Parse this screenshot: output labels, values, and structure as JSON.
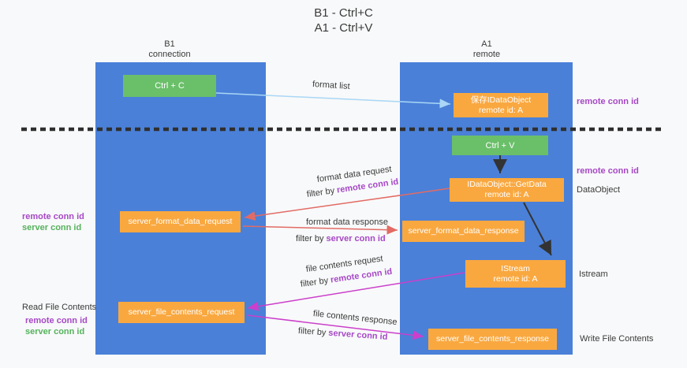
{
  "title": {
    "line1": "B1 - Ctrl+C",
    "line2": "A1 - Ctrl+V"
  },
  "lanes": {
    "left": {
      "name": "B1",
      "role": "connection"
    },
    "right": {
      "name": "A1",
      "role": "remote"
    }
  },
  "boxes": {
    "ctrl_c": {
      "label": "Ctrl + C"
    },
    "ctrl_v": {
      "label": "Ctrl + V"
    },
    "save_dataobject": {
      "line1": "保存IDataObject",
      "line2": "remote id: A"
    },
    "getdata": {
      "line1": "IDataObject::GetData",
      "line2": "remote id: A"
    },
    "istream": {
      "line1": "IStream",
      "line2": "remote id: A"
    },
    "format_request": {
      "label": "server_format_data_request"
    },
    "format_response": {
      "label": "server_format_data_response"
    },
    "file_request": {
      "label": "server_file_contents_request"
    },
    "file_response": {
      "label": "server_file_contents_response"
    }
  },
  "labels": {
    "remote_conn_id": "remote conn id",
    "server_conn_id": "server conn id",
    "dataobject": "DataObject",
    "istream": "Istream",
    "read_file_contents": "Read File Contents",
    "write_file_contents": "Write File Contents",
    "filter_by": "filter by"
  },
  "arrows": {
    "format_list": "format list",
    "format_data_request": "format data request",
    "format_data_response": "format data response",
    "file_contents_request": "file contents request",
    "file_contents_response": "file contents response"
  },
  "colors": {
    "lane_blue": "#4a80d8",
    "box_orange": "#f9a840",
    "box_green": "#6abf69",
    "purple_text": "#a648c6",
    "green_text": "#55b25c",
    "red_arrow": "#e26b65",
    "magenta_arrow": "#cb3fcb",
    "blue_arrow": "#a9d7f5",
    "dashed_line": "#2f2f2f"
  }
}
